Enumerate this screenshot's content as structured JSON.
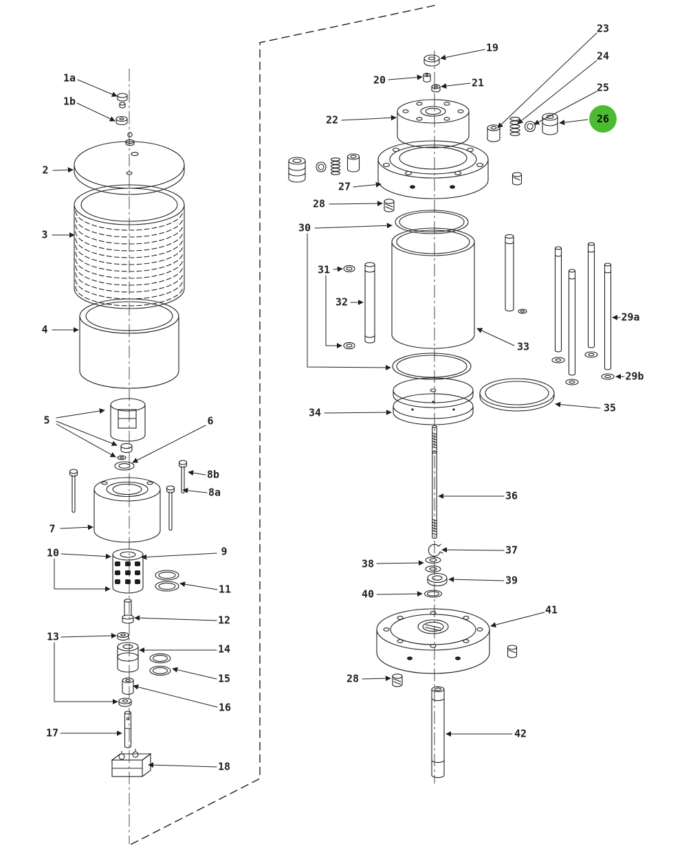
{
  "figure": {
    "kind": "exploded-parts-diagram",
    "line_color": "#1d1d1d",
    "background_color": "#ffffff",
    "highlighted_part": {
      "id": "26",
      "marker_color": "#4cbb31"
    },
    "callouts": [
      {
        "id": "1a",
        "label": "1a",
        "highlighted": false
      },
      {
        "id": "1b",
        "label": "1b",
        "highlighted": false
      },
      {
        "id": "2",
        "label": "2",
        "highlighted": false
      },
      {
        "id": "3",
        "label": "3",
        "highlighted": false
      },
      {
        "id": "4",
        "label": "4",
        "highlighted": false
      },
      {
        "id": "5",
        "label": "5",
        "highlighted": false
      },
      {
        "id": "6",
        "label": "6",
        "highlighted": false
      },
      {
        "id": "7",
        "label": "7",
        "highlighted": false
      },
      {
        "id": "8b",
        "label": "8b",
        "highlighted": false
      },
      {
        "id": "8a",
        "label": "8a",
        "highlighted": false
      },
      {
        "id": "9",
        "label": "9",
        "highlighted": false
      },
      {
        "id": "10",
        "label": "10",
        "highlighted": false
      },
      {
        "id": "11",
        "label": "11",
        "highlighted": false
      },
      {
        "id": "12",
        "label": "12",
        "highlighted": false
      },
      {
        "id": "13",
        "label": "13",
        "highlighted": false
      },
      {
        "id": "14",
        "label": "14",
        "highlighted": false
      },
      {
        "id": "15",
        "label": "15",
        "highlighted": false
      },
      {
        "id": "16",
        "label": "16",
        "highlighted": false
      },
      {
        "id": "17",
        "label": "17",
        "highlighted": false
      },
      {
        "id": "18",
        "label": "18",
        "highlighted": false
      },
      {
        "id": "19",
        "label": "19",
        "highlighted": false
      },
      {
        "id": "20",
        "label": "20",
        "highlighted": false
      },
      {
        "id": "21",
        "label": "21",
        "highlighted": false
      },
      {
        "id": "22",
        "label": "22",
        "highlighted": false
      },
      {
        "id": "23",
        "label": "23",
        "highlighted": false
      },
      {
        "id": "24",
        "label": "24",
        "highlighted": false
      },
      {
        "id": "25",
        "label": "25",
        "highlighted": false
      },
      {
        "id": "26",
        "label": "26",
        "highlighted": true
      },
      {
        "id": "27",
        "label": "27",
        "highlighted": false
      },
      {
        "id": "28-upper",
        "label": "28",
        "highlighted": false
      },
      {
        "id": "30",
        "label": "30",
        "highlighted": false
      },
      {
        "id": "31",
        "label": "31",
        "highlighted": false
      },
      {
        "id": "32",
        "label": "32",
        "highlighted": false
      },
      {
        "id": "33",
        "label": "33",
        "highlighted": false
      },
      {
        "id": "29a",
        "label": "29a",
        "highlighted": false
      },
      {
        "id": "29b",
        "label": "29b",
        "highlighted": false
      },
      {
        "id": "34",
        "label": "34",
        "highlighted": false
      },
      {
        "id": "35",
        "label": "35",
        "highlighted": false
      },
      {
        "id": "36",
        "label": "36",
        "highlighted": false
      },
      {
        "id": "37",
        "label": "37",
        "highlighted": false
      },
      {
        "id": "38",
        "label": "38",
        "highlighted": false
      },
      {
        "id": "39",
        "label": "39",
        "highlighted": false
      },
      {
        "id": "40",
        "label": "40",
        "highlighted": false
      },
      {
        "id": "41",
        "label": "41",
        "highlighted": false
      },
      {
        "id": "28-lower",
        "label": "28",
        "highlighted": false
      },
      {
        "id": "42",
        "label": "42",
        "highlighted": false
      }
    ]
  }
}
